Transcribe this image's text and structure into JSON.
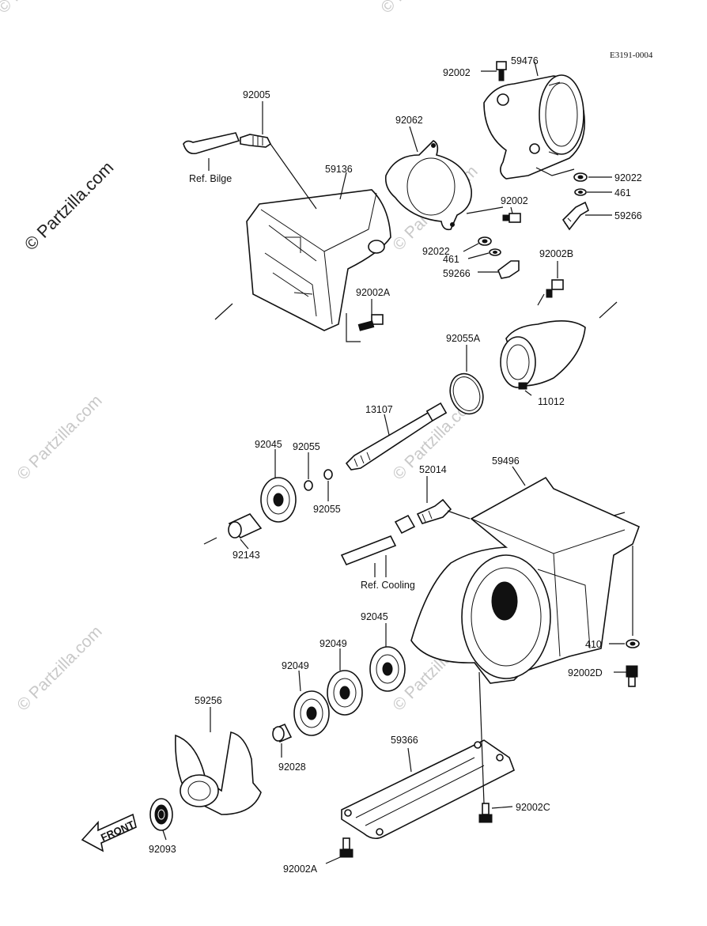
{
  "diagram_code": "E3191-0004",
  "watermark": "© Partzilla.com",
  "front_label": "FRONT",
  "refs": {
    "bilge": "Ref. Bilge",
    "cooling": "Ref. Cooling"
  },
  "parts": {
    "p92002_top": "92002",
    "p59476": "59476",
    "p92005": "92005",
    "p92062": "92062",
    "p59136": "59136",
    "p92022_r": "92022",
    "p461_r": "461",
    "p92002_mid": "92002",
    "p59266_r": "59266",
    "p92022_l": "92022",
    "p461_l": "461",
    "p59266_l": "59266",
    "p92002B": "92002B",
    "p92002A_top": "92002A",
    "p92055A": "92055A",
    "p11012": "11012",
    "p13107": "13107",
    "p92045_top": "92045",
    "p92055_a": "92055",
    "p92055_b": "92055",
    "p52014": "52014",
    "p59496": "59496",
    "p92143": "92143",
    "p92045_mid": "92045",
    "p92049_a": "92049",
    "p92049_b": "92049",
    "p410": "410",
    "p92002D": "92002D",
    "p59256": "59256",
    "p92028": "92028",
    "p59366": "59366",
    "p92002C": "92002C",
    "p92093": "92093",
    "p92002A_bot": "92002A"
  }
}
